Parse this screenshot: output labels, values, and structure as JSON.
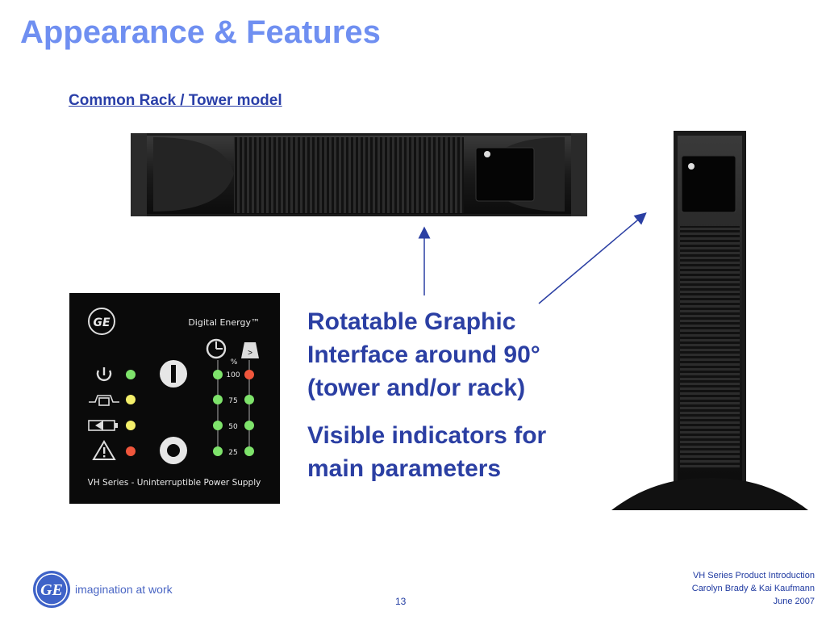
{
  "slide": {
    "title": "Appearance & Features",
    "subtitle": "Common Rack / Tower model",
    "bullets": [
      "Rotatable Graphic Interface around 90° (tower and/or rack)",
      "Visible indicators for main parameters"
    ],
    "page_number": "13"
  },
  "panel": {
    "logo_text": "GE",
    "brand": "Digital Energy™",
    "percent_symbol": "%",
    "levels": [
      "100",
      "75",
      "50",
      "25"
    ],
    "model": "VH Series - Uninterruptible Power Supply"
  },
  "footer": {
    "tagline": "imagination at work",
    "line1": "VH Series Product Introduction",
    "line2": "Carolyn Brady & Kai Kaufmann",
    "line3": "June 2007"
  },
  "colors": {
    "title": "#6f8ff1",
    "text": "#2b3fa3",
    "led_green": "#7ee36b",
    "led_yellow": "#f4ef6a",
    "led_red": "#f0563c"
  }
}
